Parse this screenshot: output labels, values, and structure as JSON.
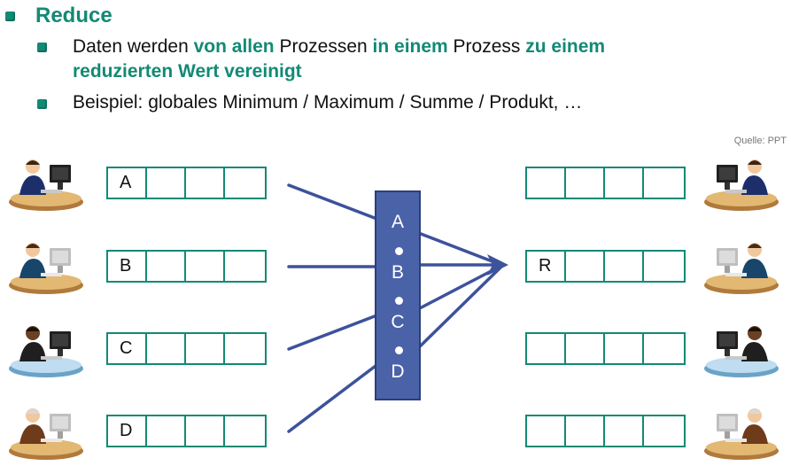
{
  "heading": {
    "title": "Reduce"
  },
  "bullets": {
    "b1": {
      "seg1": "Daten werden ",
      "seg2": "von allen",
      "seg3": " Prozessen ",
      "seg4": "in einem",
      "seg5": " Prozess ",
      "seg6": "zu einem",
      "seg7": "reduzierten Wert vereinigt"
    },
    "b2": "Beispiel: globales Minimum / Maximum / Summe / Produkt, …"
  },
  "source": "Quelle: PPT",
  "left_buffers": {
    "r0": "A",
    "r1": "B",
    "r2": "C",
    "r3": "D"
  },
  "right_buffers": {
    "r0": "",
    "r1": "R",
    "r2": "",
    "r3": ""
  },
  "operation": {
    "l1": "A",
    "l2": "B",
    "l3": "C",
    "l4": "D"
  },
  "colors": {
    "accent": "#128a74",
    "box": "#4a62a8",
    "arrow": "#3c529b"
  }
}
